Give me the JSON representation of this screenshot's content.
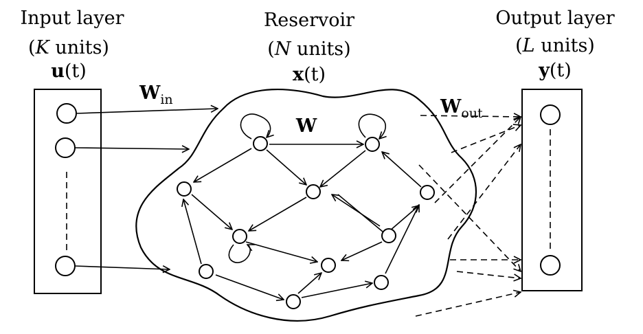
{
  "input_layer": {
    "title": "Input layer",
    "units_prefix": "(",
    "units_symbol": "K",
    "units_suffix": " units)",
    "vector_bold": "u",
    "vector_arg": "(t)"
  },
  "reservoir": {
    "title": "Reservoir",
    "units_prefix": "(",
    "units_symbol": "N",
    "units_suffix": " units)",
    "vector_bold": "x",
    "vector_arg": "(t)"
  },
  "output_layer": {
    "title": "Output layer",
    "units_prefix": "(",
    "units_symbol": "L",
    "units_suffix": " units)",
    "vector_bold": "y",
    "vector_arg": "(t)"
  },
  "weights": {
    "w_in_main": "W",
    "w_in_sub": "in",
    "w_main": "W",
    "w_out_main": "W",
    "w_out_sub": "out"
  }
}
